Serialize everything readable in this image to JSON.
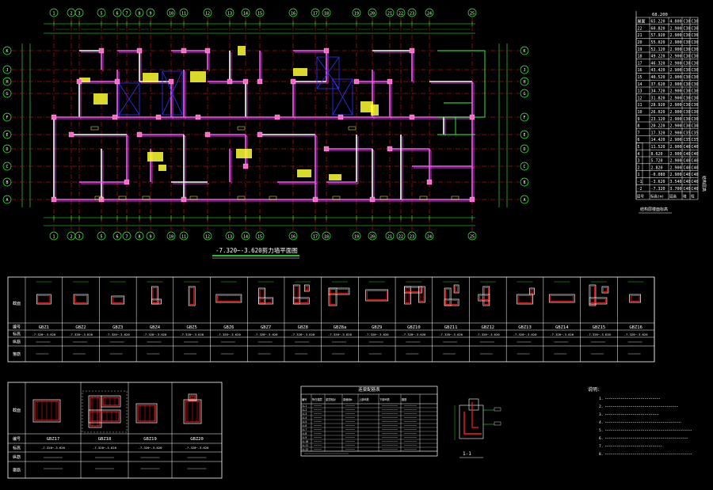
{
  "plan": {
    "title": "-7.320~-3.620剪力墙平面图",
    "grid_cols": [
      "1",
      "2",
      "3",
      "5",
      "6",
      "7",
      "8",
      "9",
      "10",
      "11",
      "12",
      "13",
      "14",
      "15",
      "16",
      "17",
      "18",
      "19",
      "20",
      "21",
      "22",
      "23",
      "24",
      "25"
    ],
    "grid_rows": [
      "A",
      "B",
      "C",
      "D",
      "E",
      "F",
      "G",
      "H",
      "J",
      "K"
    ]
  },
  "elev_table": {
    "header": "层高",
    "top_value": "68.200",
    "rows": [
      [
        "屋面",
        "65.220",
        "4.800",
        "C30",
        "C30"
      ],
      [
        "22",
        "60.820",
        "2.900",
        "C30",
        "C30"
      ],
      [
        "21",
        "57.920",
        "2.900",
        "C30",
        "C30"
      ],
      [
        "20",
        "55.020",
        "2.900",
        "C30",
        "C30"
      ],
      [
        "19",
        "52.120",
        "2.900",
        "C30",
        "C30"
      ],
      [
        "18",
        "49.220",
        "2.900",
        "C30",
        "C30"
      ],
      [
        "17",
        "46.320",
        "2.900",
        "C30",
        "C30"
      ],
      [
        "16",
        "43.420",
        "2.900",
        "C30",
        "C30"
      ],
      [
        "15",
        "40.520",
        "2.900",
        "C30",
        "C30"
      ],
      [
        "14",
        "37.620",
        "2.900",
        "C30",
        "C30"
      ],
      [
        "13",
        "34.720",
        "2.900",
        "C30",
        "C30"
      ],
      [
        "12",
        "31.820",
        "2.900",
        "C30",
        "C30"
      ],
      [
        "11",
        "28.920",
        "2.900",
        "C30",
        "C30"
      ],
      [
        "10",
        "26.020",
        "2.900",
        "C30",
        "C30"
      ],
      [
        "9",
        "23.120",
        "2.900",
        "C30",
        "C30"
      ],
      [
        "8",
        "20.220",
        "2.900",
        "C30",
        "C30"
      ],
      [
        "7",
        "17.320",
        "2.900",
        "C35",
        "C35"
      ],
      [
        "6",
        "14.420",
        "2.900",
        "C35",
        "C35"
      ],
      [
        "5",
        "11.520",
        "2.900",
        "C40",
        "C40"
      ],
      [
        "4",
        "8.620",
        "2.900",
        "C40",
        "C40"
      ],
      [
        "3",
        "5.720",
        "2.900",
        "C40",
        "C40"
      ],
      [
        "2",
        "2.820",
        "2.900",
        "C40",
        "C40"
      ],
      [
        "1",
        "-0.080",
        "2.900",
        "C40",
        "C40"
      ],
      [
        "-1",
        "-3.620",
        "3.540",
        "C40",
        "C40"
      ],
      [
        "-2",
        "-7.320",
        "3.700",
        "C40",
        "C40"
      ]
    ],
    "footer": [
      "层号",
      "标高(m)",
      "层高",
      "墙",
      "柱"
    ],
    "caption": "结构层楼面标高",
    "caption2": "结构层高"
  },
  "columns_table": {
    "row_labels": [
      "截面",
      "编号",
      "标高",
      "纵筋",
      "箍筋"
    ],
    "cols": [
      {
        "id": "GBZ1",
        "elev": "-7.320~-3.620"
      },
      {
        "id": "GBZ2",
        "elev": "-7.320~-3.620"
      },
      {
        "id": "GBZ3",
        "elev": "-7.320~-3.620"
      },
      {
        "id": "GBZ4",
        "elev": "-7.320~-3.620"
      },
      {
        "id": "GBZ5",
        "elev": "-7.320~-3.620"
      },
      {
        "id": "GBZ6",
        "elev": "-7.320~-3.620"
      },
      {
        "id": "GBZ7",
        "elev": "-7.320~-3.620"
      },
      {
        "id": "GBZ8",
        "elev": "-7.320~-3.620"
      },
      {
        "id": "GBZ8a",
        "elev": "-7.320~-3.620"
      },
      {
        "id": "GBZ9",
        "elev": "-7.320~-3.620"
      },
      {
        "id": "GBZ10",
        "elev": "-7.320~-3.620"
      },
      {
        "id": "GBZ11",
        "elev": "-7.320~-3.620"
      },
      {
        "id": "GBZ12",
        "elev": "-7.320~-3.620"
      },
      {
        "id": "GBZ13",
        "elev": "-7.320~-3.620"
      },
      {
        "id": "GBZ14",
        "elev": "-7.320~-3.620"
      },
      {
        "id": "GBZ15",
        "elev": "-7.320~-3.620"
      },
      {
        "id": "GBZ16",
        "elev": "-7.320~-3.620"
      }
    ]
  },
  "columns_table2": {
    "row_labels": [
      "截面",
      "编号",
      "标高",
      "纵筋",
      "箍筋"
    ],
    "cols": [
      {
        "id": "GBZ17",
        "elev": "-7.320~-3.620"
      },
      {
        "id": "GBZ18",
        "elev": "-7.320~-3.620"
      },
      {
        "id": "GBZ19",
        "elev": "-7.320~-3.620"
      },
      {
        "id": "GBZ20",
        "elev": "-7.320~-3.620"
      }
    ]
  },
  "beam_table": {
    "title": "连梁配筋表",
    "headers": [
      "编号",
      "所在楼层号",
      "梁顶相对标高高差",
      "梁截面b×h",
      "上部纵筋",
      "下部纵筋",
      "箍筋"
    ],
    "rows": [
      "LL1",
      "LL2",
      "LL3",
      "LL4",
      "LL5",
      "LL6",
      "LL7",
      "LL8",
      "LL9",
      "LL10",
      "LL11",
      "LL12"
    ]
  },
  "section": {
    "label": "1-1"
  },
  "notes": {
    "title": "说明:",
    "lines": [
      "1.",
      "2.",
      "3.",
      "4.",
      "5.",
      "6.",
      "7.",
      "8."
    ]
  },
  "colors": {
    "bg": "#000000",
    "grid": "#ff1a1a",
    "wall": "#ff55ff",
    "text": "#ffffff",
    "yellow": "#ffff33",
    "green": "#33ff33",
    "cyan": "#33ffff",
    "blue": "#3333ff"
  }
}
